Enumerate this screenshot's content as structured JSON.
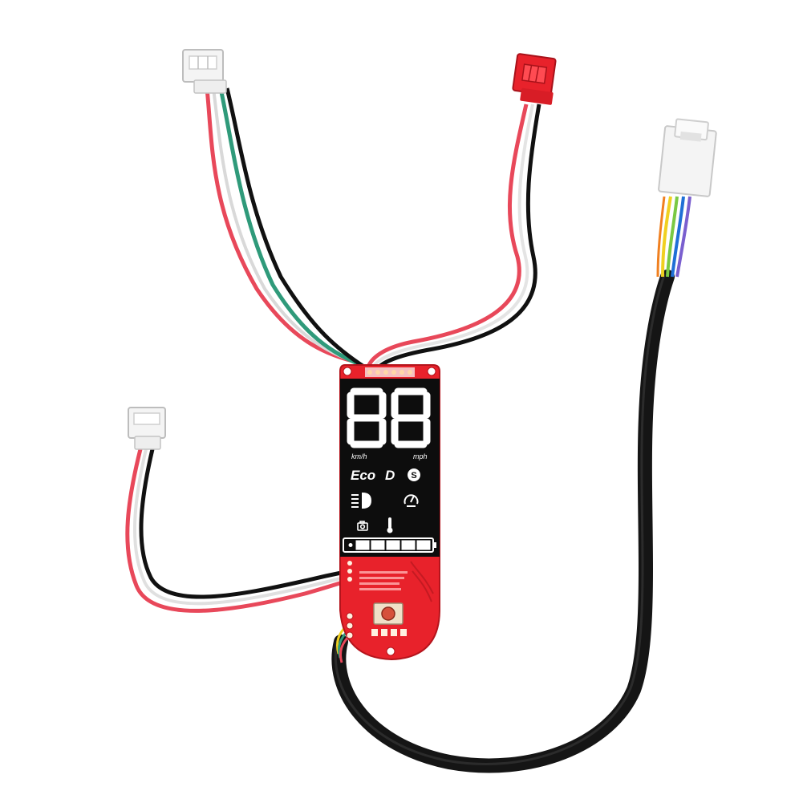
{
  "display": {
    "speed_digits": "88",
    "unit_kmh": "km/h",
    "unit_mph": "mph",
    "mode_eco": "Eco",
    "mode_drive": "D",
    "mode_sport": "S",
    "battery_segments": 5,
    "battery_filled": 5
  },
  "icons": [
    "headlight-icon",
    "cruise-control-icon",
    "camera-icon",
    "thermometer-icon",
    "battery-icon"
  ],
  "colors": {
    "pcb_red": "#e8222b",
    "lcd_black": "#0d0d0d",
    "cable_black": "#111111",
    "wire_red": "#e8485a",
    "wire_green": "#2f9a7a",
    "wire_white": "#e6e6e6",
    "connector_white": "#f2f2f2",
    "connector_red": "#e8222b"
  }
}
